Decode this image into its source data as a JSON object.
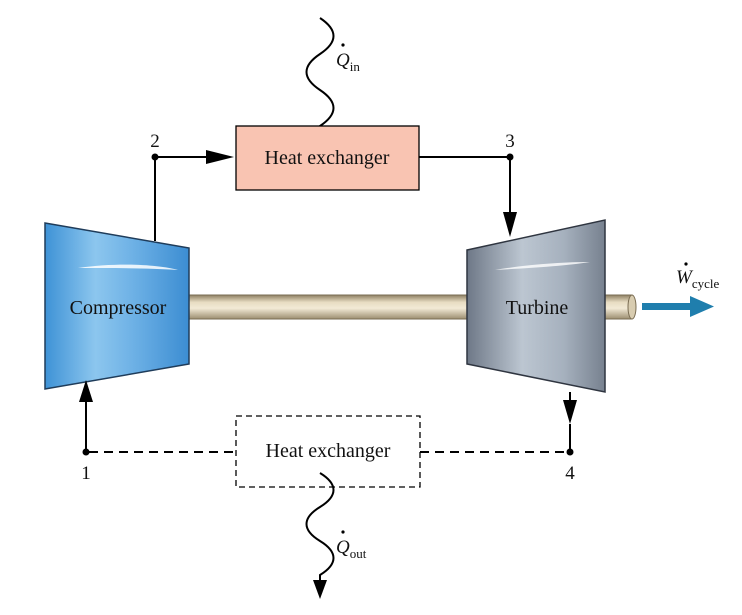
{
  "diagram": {
    "hx_top": "Heat exchanger",
    "hx_bottom": "Heat exchanger",
    "compressor": "Compressor",
    "turbine": "Turbine",
    "states": {
      "s1": "1",
      "s2": "2",
      "s3": "3",
      "s4": "4"
    },
    "q_in": {
      "symbol": "Q",
      "subscript": "in"
    },
    "q_out": {
      "symbol": "Q",
      "subscript": "out"
    },
    "w_cycle": {
      "symbol": "W",
      "subscript": "cycle"
    }
  },
  "colors": {
    "hx_top_fill": "#F9C4B2",
    "work_arrow": "#1F7EAD",
    "shaft": "#C9B994"
  }
}
